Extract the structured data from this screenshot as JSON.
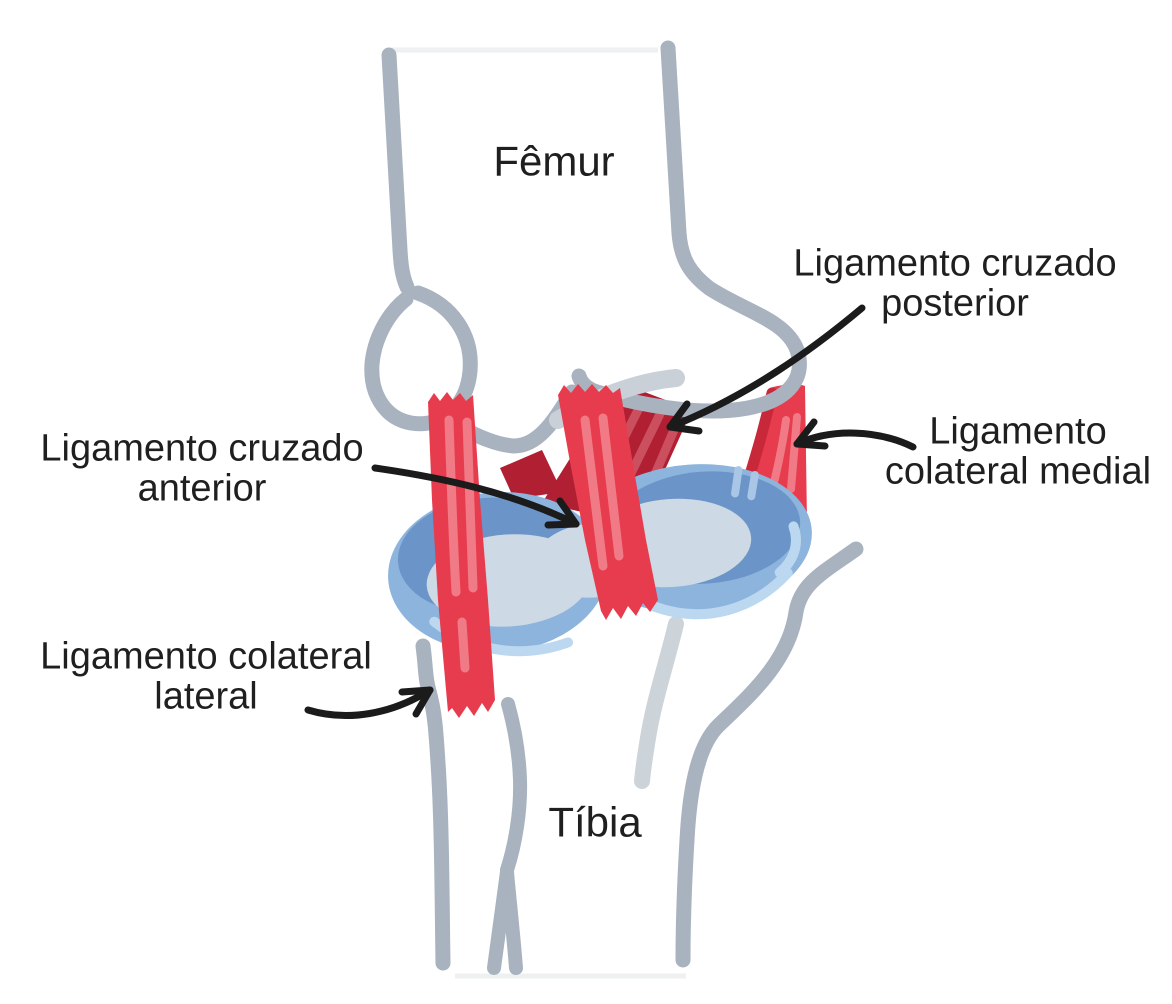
{
  "diagram": {
    "labels": {
      "femur": "Fêmur",
      "tibia": "Tíbia",
      "pcl": {
        "line1": "Ligamento cruzado",
        "line2": "posterior"
      },
      "acl": {
        "line1": "Ligamento cruzado",
        "line2": "anterior"
      },
      "mcl": {
        "line1": "Ligamento",
        "line2": "colateral medial"
      },
      "lcl": {
        "line1": "Ligamento colateral",
        "line2": "lateral"
      }
    },
    "parts": [
      "femur-outline",
      "tibia-outline",
      "fibula-outline",
      "meniscus",
      "ligament-cruzado-anterior",
      "ligament-cruzado-posterior",
      "ligament-colateral-medial",
      "ligament-colateral-lateral"
    ],
    "colors": {
      "background": "#ffffff",
      "bone_outline": "#a9b3bf",
      "bone_outline_light": "#ccd3d9",
      "ligament_red": "#e73c4e",
      "ligament_red_highlight": "#f07a85",
      "ligament_deep_red": "#b01f32",
      "ligament_deep_red_highlight": "#cb4f5e",
      "meniscus_base": "#8db4dc",
      "meniscus_shadow": "#6b94c8",
      "meniscus_center": "#cdd9e4",
      "meniscus_highlight": "#bcd8f0",
      "arrow": "#1b1b1b",
      "text": "#1f1f1f"
    }
  }
}
